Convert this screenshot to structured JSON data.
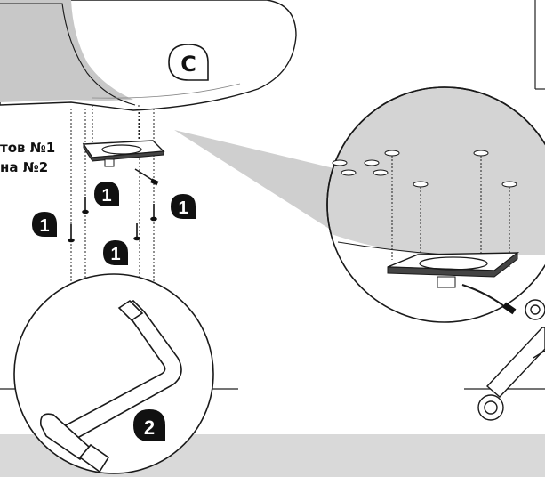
{
  "diagram": {
    "seat_letter": "C",
    "caption_line1": "тов №1",
    "caption_line2": "на №2",
    "step_badges": [
      "1",
      "1",
      "1",
      "1"
    ],
    "tool_badge": "2",
    "colors": {
      "line": "#1a1a1a",
      "seat_shade": "#c8c8c8",
      "callout_fill": "#cfcfcf",
      "circle_fill": "#d4d4d4",
      "bottom_band": "#d9d9d9",
      "badge": "#111111"
    }
  }
}
